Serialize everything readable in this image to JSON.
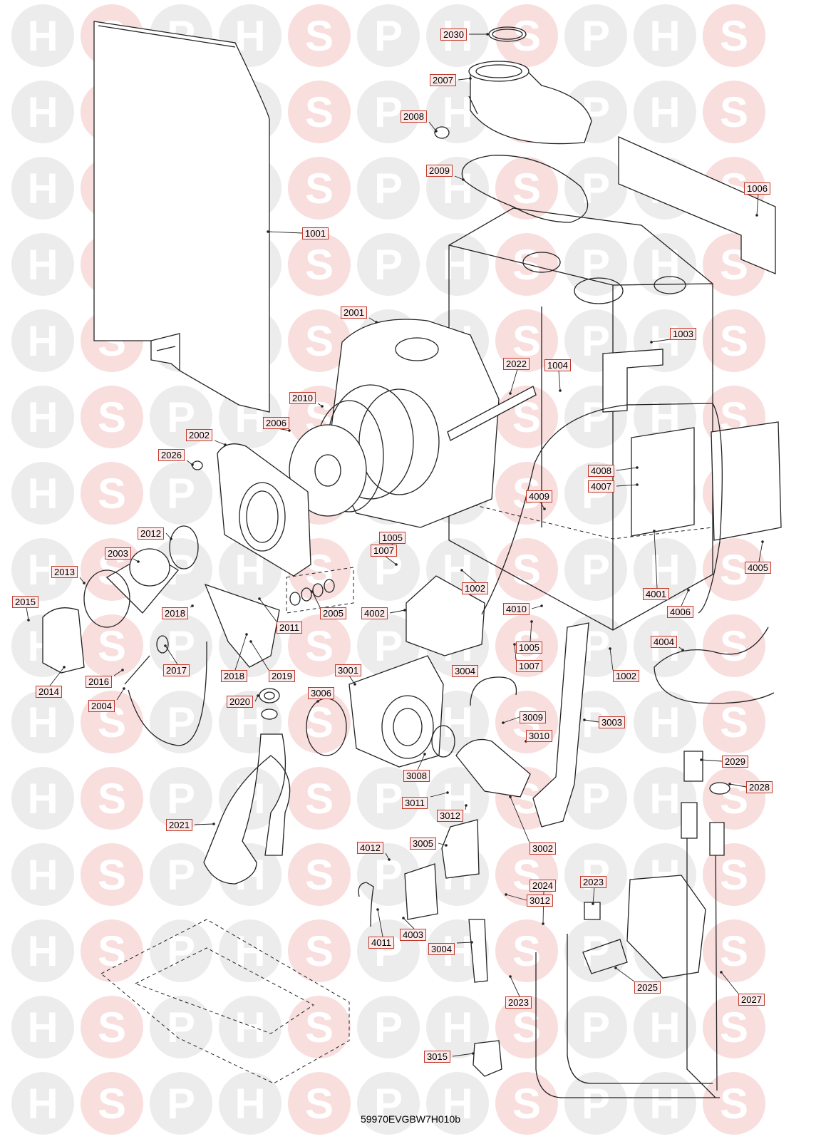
{
  "watermark": {
    "letters": [
      "H",
      "S",
      "P"
    ]
  },
  "colors": {
    "label_bg": "#fdeaea",
    "label_border": "#c0392b",
    "watermark_grey": "#ececec",
    "watermark_pink": "#f9dede",
    "line": "#222222"
  },
  "caption": "59970EVGBW7H010b",
  "labels": [
    "2030",
    "2007",
    "2008",
    "2009",
    "1006",
    "1001",
    "2001",
    "1003",
    "1004",
    "2022",
    "2010",
    "2006",
    "2002",
    "2026",
    "4008",
    "4007",
    "4009",
    "2012",
    "2003",
    "1005",
    "1007",
    "2013",
    "2015",
    "2018",
    "2005",
    "1002",
    "4002",
    "4010",
    "4001",
    "4006",
    "4005",
    "2011",
    "1005",
    "2017",
    "2016",
    "2014",
    "2019",
    "2018",
    "3001",
    "3004",
    "1007",
    "4004",
    "1002",
    "2004",
    "2020",
    "3006",
    "3009",
    "3003",
    "3010",
    "3008",
    "2029",
    "2028",
    "3011",
    "3012",
    "2021",
    "3002",
    "4012",
    "3005",
    "2023",
    "2024",
    "3012",
    "4003",
    "4011",
    "3004",
    "2025",
    "2023",
    "2027",
    "3015"
  ]
}
